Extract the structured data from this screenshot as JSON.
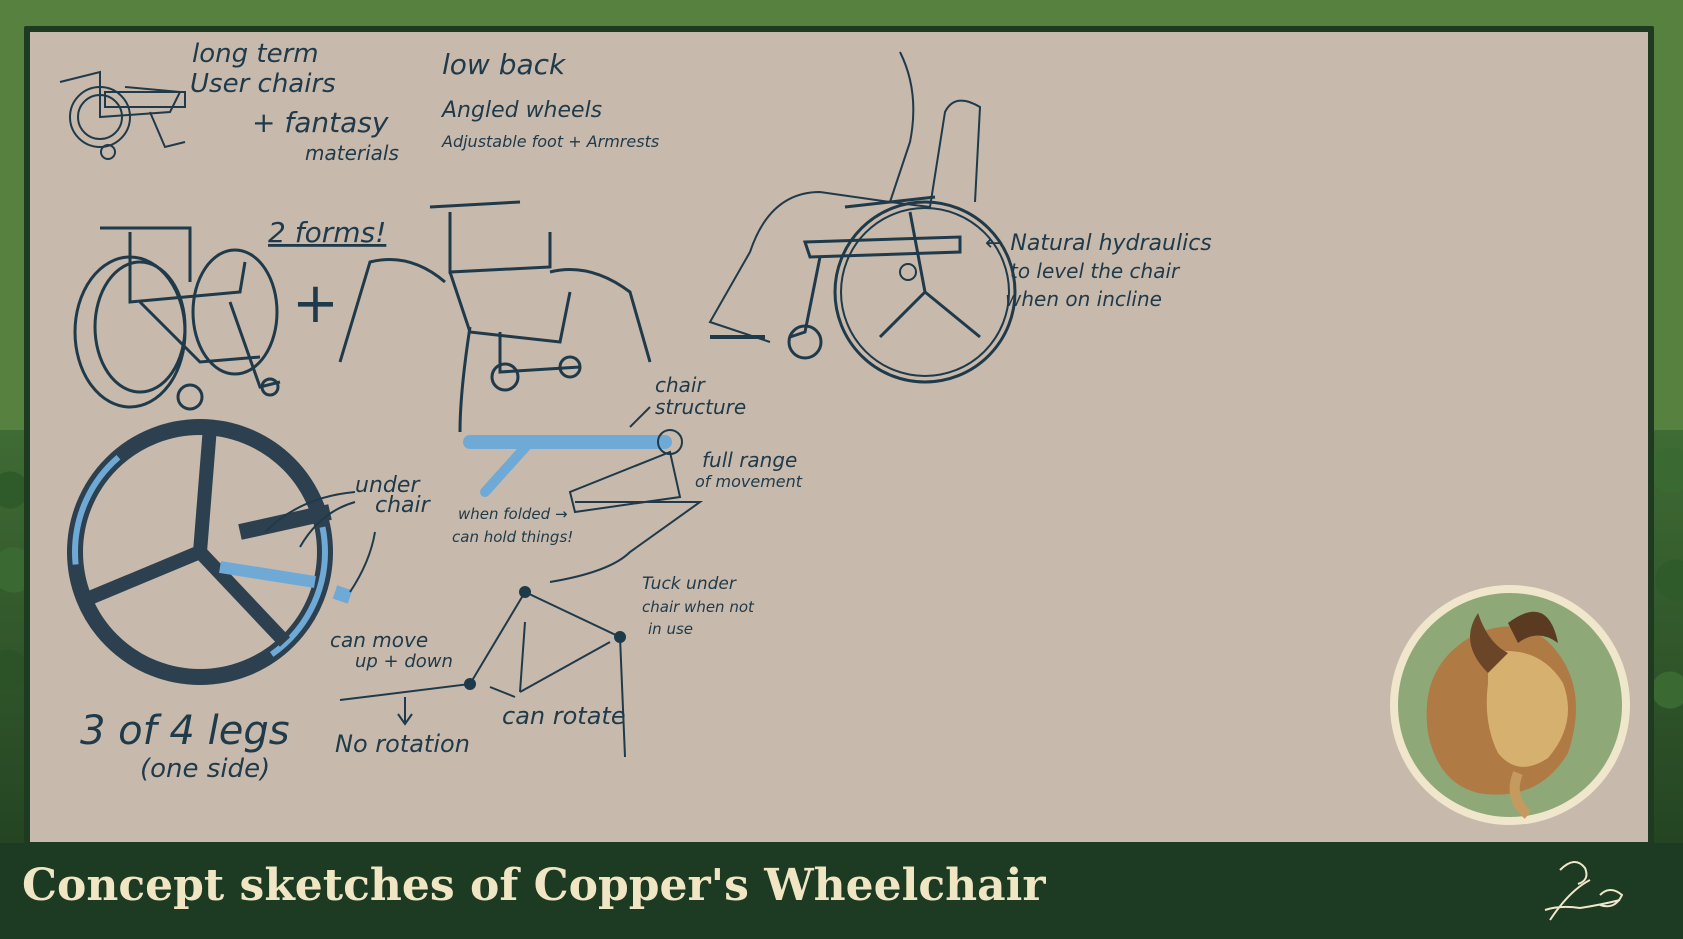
{
  "caption": "Concept sketches of Copper's Wheelchair",
  "notes": {
    "long_term_1": "long term",
    "long_term_2": "User chairs",
    "plus_fantasy": "+ fantasy",
    "materials": "materials",
    "low_back": "low back",
    "angled_wheels": "Angled wheels",
    "adjustable": "Adjustable foot + Armrests",
    "two_forms": "2 forms!",
    "plus": "+",
    "hydraulics_1": "← Natural hydraulics",
    "hydraulics_2": "to level the chair",
    "hydraulics_3": "when on incline",
    "chair_structure_1": "chair",
    "chair_structure_2": "structure",
    "full_range_1": "full range",
    "full_range_2": "of movement",
    "when_folded_1": "when folded →",
    "when_folded_2": "can hold things!",
    "under_chair_1": "under",
    "under_chair_2": "chair",
    "tuck_1": "Tuck under",
    "tuck_2": "chair when not",
    "tuck_3": "in use",
    "can_move_1": "can move",
    "can_move_2": "up + down",
    "no_rotation": "No rotation",
    "can_rotate": "can rotate",
    "legs_1": "3 of 4 legs",
    "legs_2": "(one side)"
  },
  "colors": {
    "frame_green": "#56813f",
    "canvas": "#c7b9ab",
    "ink": "#1f3a4a",
    "accent_blue": "#6fa9d6",
    "footer": "#1d3a22",
    "caption_text": "#f1e6c4"
  }
}
